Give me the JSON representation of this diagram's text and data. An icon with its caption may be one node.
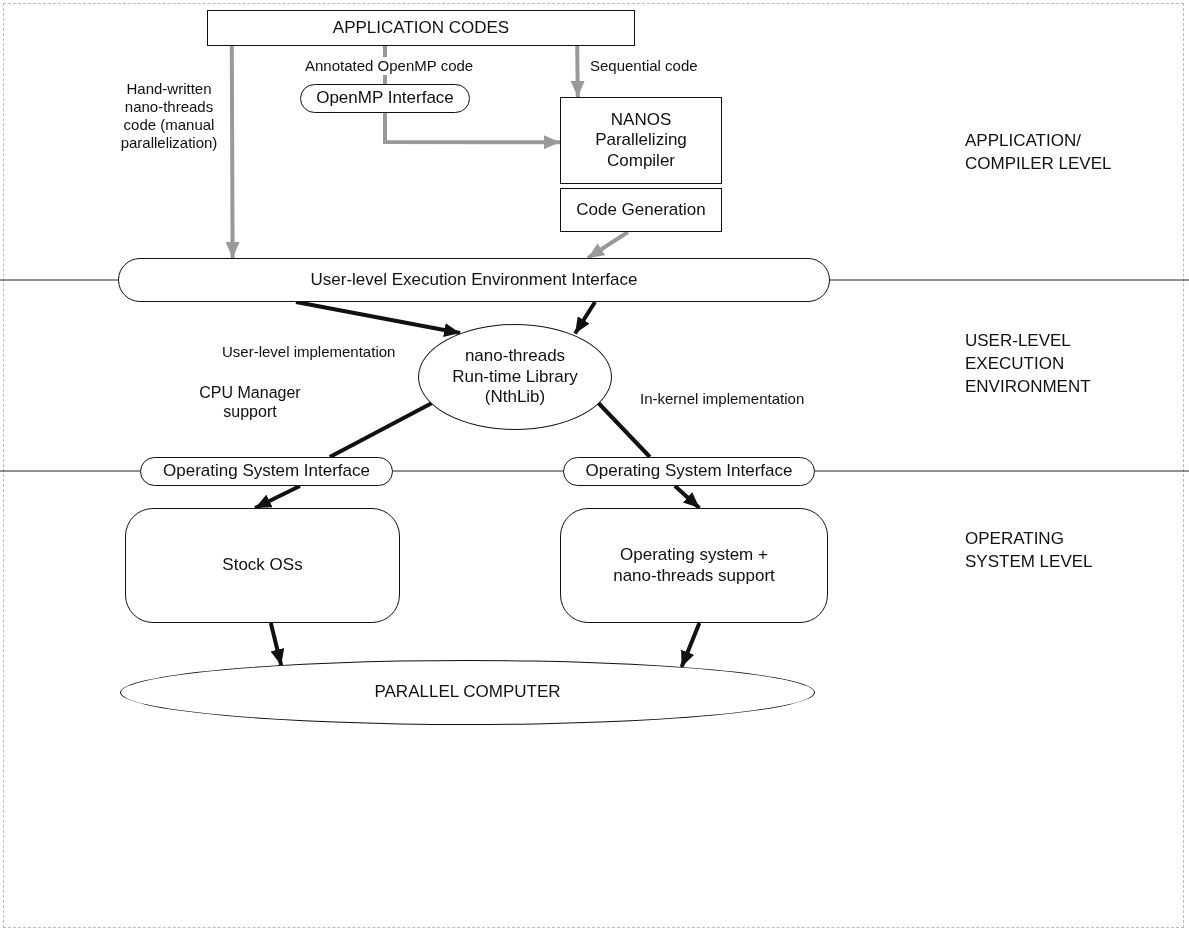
{
  "diagram": {
    "nodes": [
      {
        "text": [
          "APPLICATION CODES"
        ]
      },
      {
        "text": [
          "OpenMP Interface"
        ]
      },
      {
        "text": [
          "NANOS Parallelizing Compiler"
        ]
      },
      {
        "text": [
          "Code Generation"
        ]
      },
      {
        "text": [
          "User-level Execution Environment Interface"
        ]
      },
      {
        "text": [
          "nano-threads Run-time Library (NthLib)"
        ]
      },
      {
        "text": [
          "Operating System Interface"
        ]
      },
      {
        "text": [
          "Operating System Interface"
        ]
      },
      {
        "text": [
          "Stock OSs"
        ]
      },
      {
        "text": [
          "Operating system + nano-threads support"
        ]
      },
      {
        "text": [
          "PARALLEL COMPUTER"
        ]
      }
    ],
    "edges": [
      {
        "from": 0,
        "to": 4,
        "arrow": "to",
        "label": "Hand-written nano-threads code (manual parallelization)",
        "color": "#999999"
      },
      {
        "from": 0,
        "to": 1,
        "arrow": "none",
        "label": "Annotated OpenMP code",
        "color": "#999999"
      },
      {
        "from": 1,
        "to": 2,
        "arrow": "to",
        "color": "#999999"
      },
      {
        "from": 0,
        "to": 2,
        "arrow": "to",
        "label": "Sequential code",
        "color": "#999999"
      },
      {
        "from": 3,
        "to": 4,
        "arrow": "to",
        "color": "#999999"
      },
      {
        "from": 4,
        "to": 5,
        "arrow": "to"
      },
      {
        "from": 4,
        "to": 5,
        "arrow": "to"
      },
      {
        "from": 5,
        "to": 6,
        "arrow": "none",
        "label": "User-level implementation"
      },
      {
        "from": 6,
        "to": 8,
        "arrow": "to"
      },
      {
        "from": 5,
        "to": 7,
        "arrow": "none",
        "label": "In-kernel implementation"
      },
      {
        "from": 7,
        "to": 9,
        "arrow": "to"
      },
      {
        "from": 8,
        "to": 10,
        "arrow": "to"
      },
      {
        "from": 9,
        "to": 10,
        "arrow": "to"
      }
    ],
    "labels": [
      "APPLICATION/ COMPILER LEVEL",
      "USER-LEVEL EXECUTION ENVIRONMENT",
      "CPU Manager support",
      "OPERATING SYSTEM LEVEL"
    ]
  }
}
